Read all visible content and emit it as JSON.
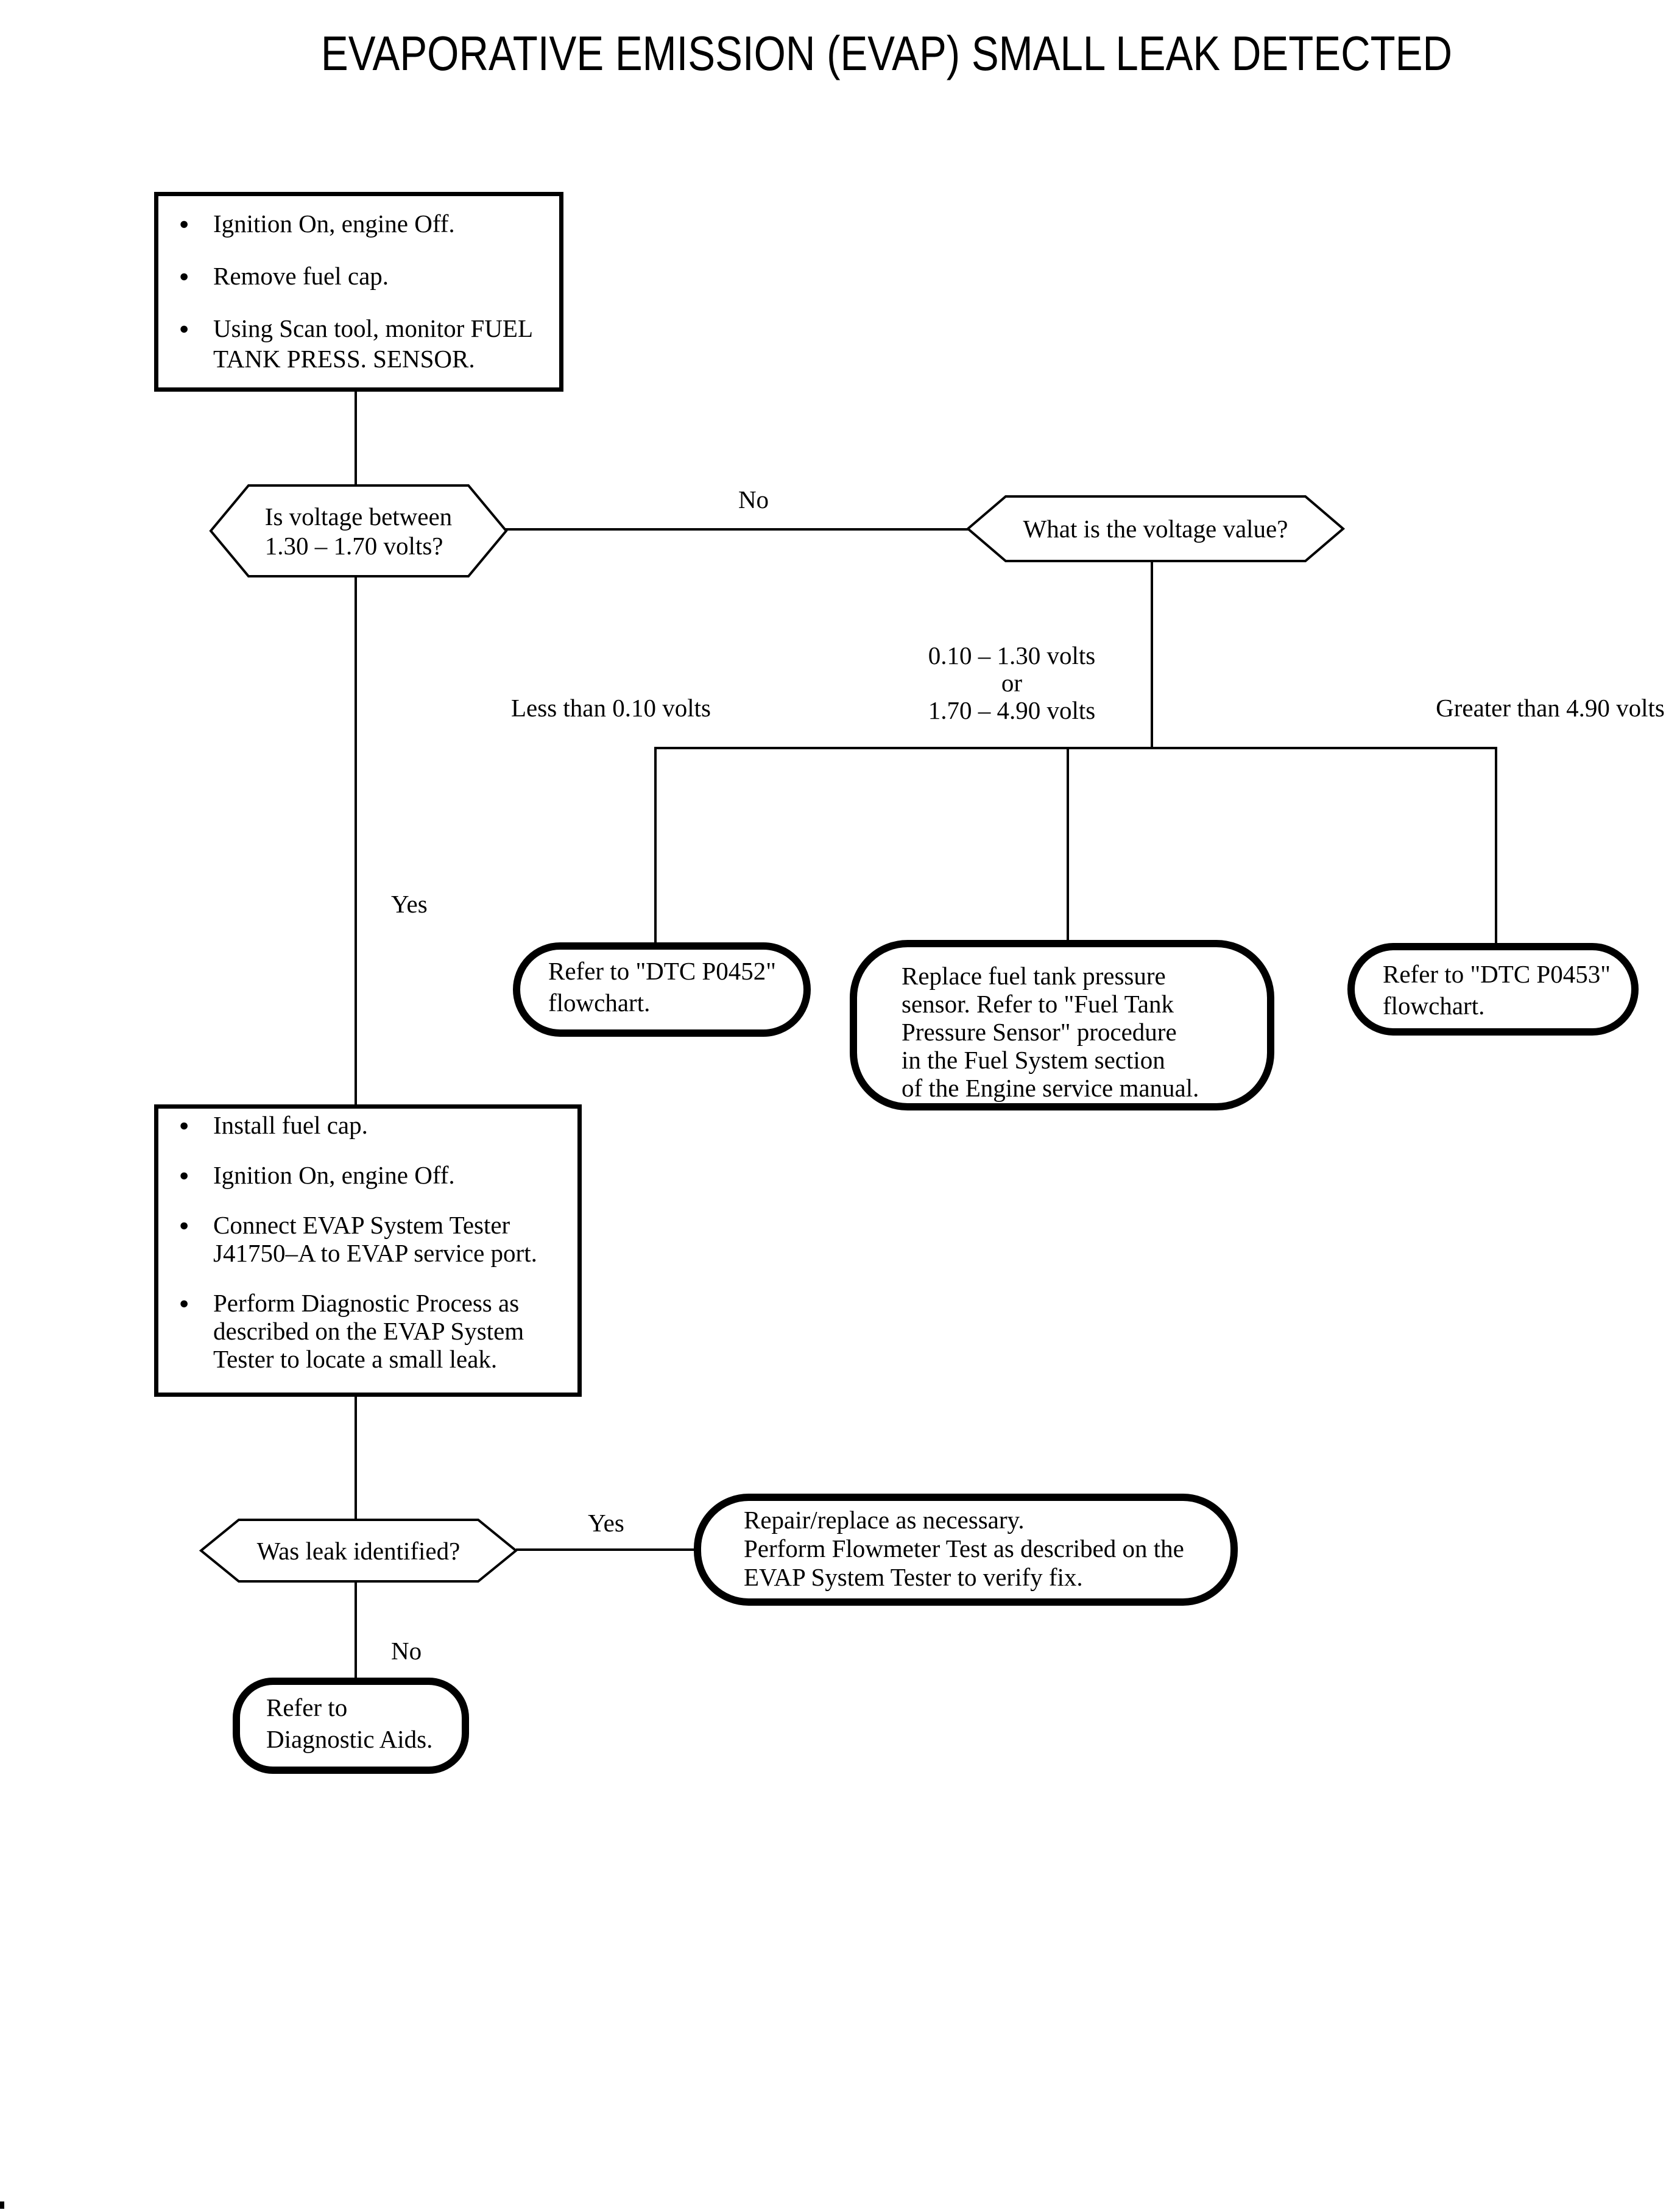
{
  "title": "EVAPORATIVE EMISSION (EVAP) SMALL LEAK DETECTED",
  "boxes": {
    "prep": {
      "items": [
        "Ignition On, engine Off.",
        "Remove fuel cap.",
        "Using Scan tool, monitor FUEL\nTANK PRESS. SENSOR."
      ]
    },
    "tester": {
      "items": [
        "Install fuel cap.",
        "Ignition On, engine Off.",
        "Connect EVAP System Tester\nJ41750–A to EVAP service port.",
        "Perform Diagnostic Process as\ndescribed on the EVAP System\nTester to locate a small leak."
      ]
    }
  },
  "decisions": {
    "voltage_range": "Is voltage between\n1.30 – 1.70 volts?",
    "voltage_value": "What is the voltage value?",
    "leak_identified": "Was leak identified?"
  },
  "branch_labels": {
    "no1": "No",
    "yes1": "Yes",
    "yes2": "Yes",
    "no2": "No",
    "less_than": "Less than 0.10 volts",
    "mid_range": "0.10 – 1.30 volts\nor\n1.70 – 4.90 volts",
    "greater_than": "Greater than 4.90 volts"
  },
  "terminals": {
    "p0452": "Refer to \"DTC P0452\"\nflowchart.",
    "replace_sensor": "Replace fuel tank pressure\nsensor. Refer to \"Fuel Tank\nPressure Sensor\" procedure\nin the Fuel System section\nof the Engine service manual.",
    "p0453": "Refer to \"DTC P0453\"\nflowchart.",
    "repair_verify": "Repair/replace as necessary.\nPerform Flowmeter Test as described on the\nEVAP System Tester to verify fix.",
    "diagnostic_aids": "Refer to\nDiagnostic Aids."
  },
  "colors": {
    "ink": "#000000",
    "paper": "#ffffff"
  }
}
